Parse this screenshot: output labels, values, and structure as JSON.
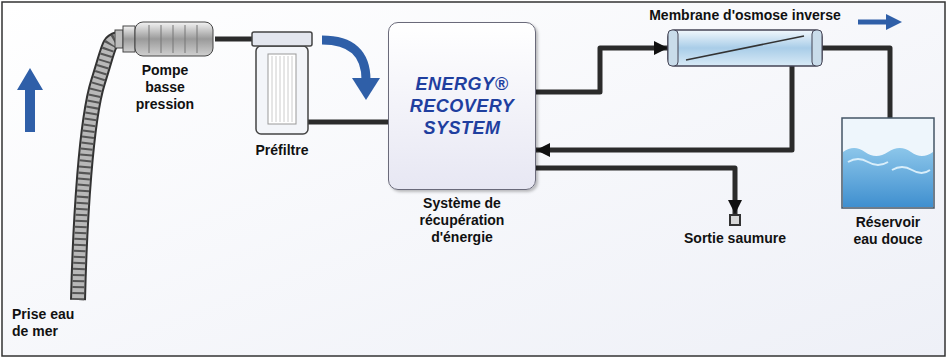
{
  "diagram": {
    "nodes": [
      {
        "text": [
          "Pompe basse pression"
        ]
      },
      {
        "text": [
          "Préfiltre"
        ]
      },
      {
        "text": [
          "ENERGY® RECOVERY SYSTEM",
          "Système de récupération d'énergie"
        ]
      },
      {
        "text": [
          "Membrane d'osmose inverse"
        ]
      },
      {
        "text": [
          "Réservoir eau douce"
        ]
      },
      {
        "text": [
          "Sortie saumure"
        ]
      }
    ],
    "edges": [
      {
        "from": 0,
        "to": 1,
        "arrow": "none"
      },
      {
        "from": 1,
        "to": 2,
        "arrow": "none"
      },
      {
        "from": 2,
        "to": 3,
        "arrow": "to"
      },
      {
        "from": 3,
        "to": 2,
        "arrow": "to"
      },
      {
        "from": 3,
        "to": 4,
        "arrow": "none"
      },
      {
        "from": 2,
        "to": 5,
        "arrow": "to"
      }
    ],
    "labels": [
      "Prise eau de mer"
    ]
  }
}
